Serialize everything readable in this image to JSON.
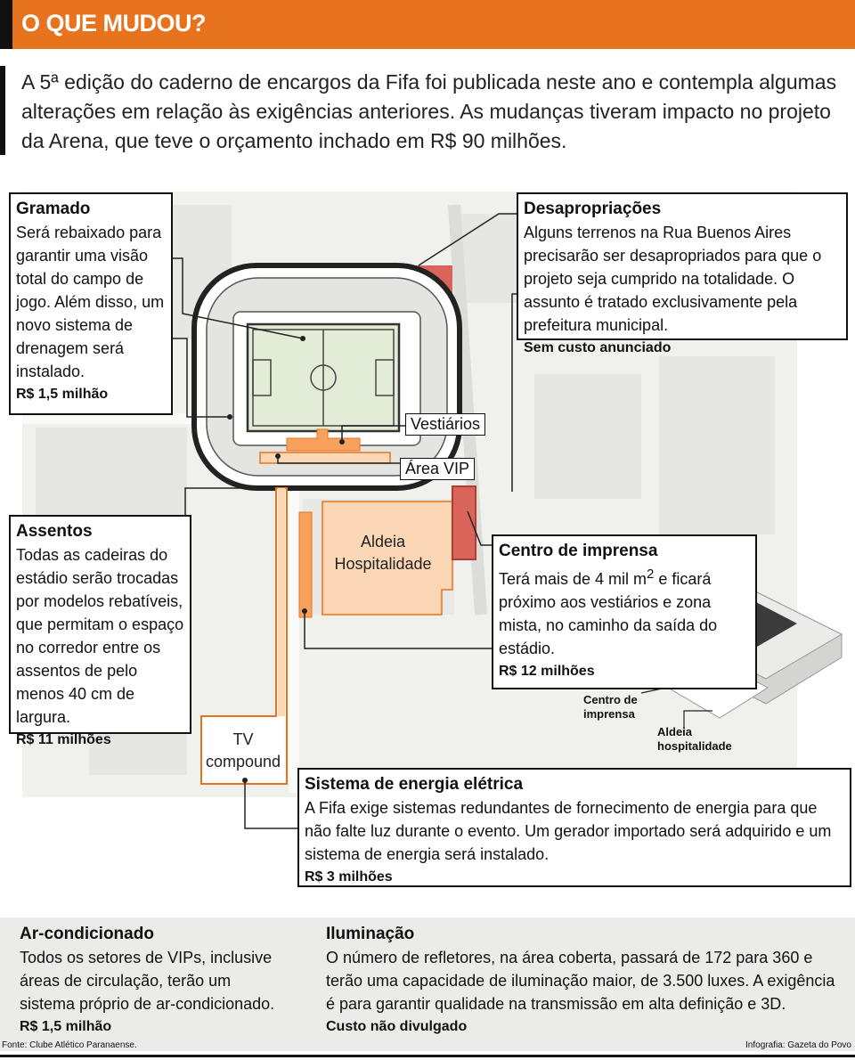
{
  "header": {
    "title": "O QUE MUDOU?"
  },
  "intro": "A 5ª edição do caderno de encargos da Fifa foi publicada neste ano e contempla algumas alterações em relação às exigências anteriores. As mudanças tiveram impacto no projeto da Arena, que teve o orçamento inchado em R$ 90 milhões.",
  "colors": {
    "accent": "#e8731e",
    "orange_area": "#f7a15d",
    "red_area": "#d9655a",
    "map_bg": "#f0f0ed"
  },
  "callouts": {
    "gramado": {
      "title": "Gramado",
      "body": "Será rebaixado para garantir uma visão total do campo de jogo. Além disso, um novo sistema de drenagem será instalado.",
      "cost": "R$ 1,5 milhão"
    },
    "desapropriacoes": {
      "title": "Desapropriações",
      "body": "Alguns terrenos na Rua Buenos Aires precisarão ser desapropriados para que o projeto seja cumprido na totalidade. O assunto é tratado exclusivamente pela prefeitura municipal.",
      "cost": "Sem custo anunciado"
    },
    "assentos": {
      "title": "Assentos",
      "body": "Todas as cadeiras do estádio serão trocadas por modelos rebatíveis, que permitam o espaço no corredor entre os assentos de pelo menos 40 cm de largura.",
      "cost": "R$ 11 milhões"
    },
    "centro_imprensa": {
      "title": "Centro de imprensa",
      "body_pre": "Terá mais de 4 mil m",
      "body_sup": "2",
      "body_post": " e ficará próximo aos vestiários e zona mista, no caminho da saída do estádio.",
      "cost": "R$ 12 milhões"
    },
    "energia": {
      "title": "Sistema de energia elétrica",
      "body": "A Fifa exige sistemas redundantes de fornecimento de energia para que não falte luz durante o evento. Um gerador importado será adquirido e um sistema de energia será instalado.",
      "cost": "R$ 3 milhões"
    }
  },
  "map_labels": {
    "vestiarios": "Vestiários",
    "area_vip": "Área VIP",
    "aldeia_line1": "Aldeia",
    "aldeia_line2": "Hospitalidade",
    "tv_line1": "TV",
    "tv_line2": "compound"
  },
  "illustration_labels": {
    "centro_line1": "Centro de",
    "centro_line2": "imprensa",
    "aldeia_line1": "Aldeia",
    "aldeia_line2": "hospitalidade"
  },
  "footer": {
    "ar": {
      "title": "Ar-condicionado",
      "body": "Todos os setores de VIPs, inclusive áreas de circulação, terão um sistema próprio de ar-condicionado.",
      "cost": "R$ 1,5 milhão"
    },
    "iluminacao": {
      "title": "Iluminação",
      "body": "O número de refletores, na área coberta, passará de 172 para 360 e terão uma capacidade de iluminação maior, de 3.500 luxes. A exigência é para garantir qualidade na transmissão em alta definição e 3D.",
      "cost": "Custo não divulgado"
    },
    "fonte": "Fonte: Clube Atlético Paranaense.",
    "infografia": "Infografia: Gazeta do Povo"
  }
}
